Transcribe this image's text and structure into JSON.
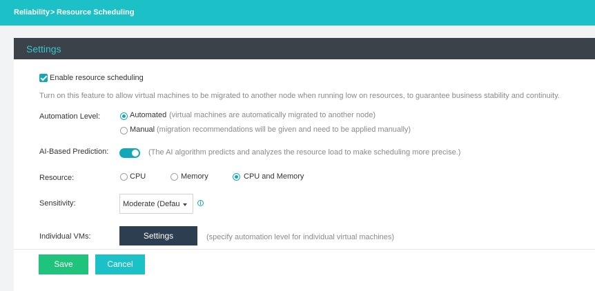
{
  "breadcrumb": {
    "root": "Reliability",
    "separator": ">",
    "current": "Resource Scheduling"
  },
  "panel": {
    "title": "Settings"
  },
  "enable": {
    "label": "Enable resource scheduling",
    "checked": true,
    "description": "Turn on this feature to allow virtual machines to be migrated to another node when running low on resources, to guarantee business stability and continuity."
  },
  "automation": {
    "label": "Automation Level:",
    "options": [
      {
        "label": "Automated",
        "hint": "(virtual machines are automatically migrated to another node)",
        "selected": true
      },
      {
        "label": "Manual",
        "hint": "(migration recommendations will be given and need to be applied manually)",
        "selected": false
      }
    ]
  },
  "ai": {
    "label": "AI-Based Prediction:",
    "enabled": true,
    "hint": "(The AI algorithm predicts and analyzes the resource load to make scheduling more precise.)"
  },
  "resource": {
    "label": "Resource:",
    "options": [
      {
        "label": "CPU",
        "selected": false
      },
      {
        "label": "Memory",
        "selected": false
      },
      {
        "label": "CPU and Memory",
        "selected": true
      }
    ]
  },
  "sensitivity": {
    "label": "Sensitivity:",
    "value": "Moderate (Defau",
    "icon": "info-icon"
  },
  "individual": {
    "label": "Individual VMs:",
    "button": "Settings",
    "hint": "(specify automation level for individual virtual machines)"
  },
  "actions": {
    "save": "Save",
    "cancel": "Cancel"
  },
  "colors": {
    "accent": "#1cc0c7",
    "save": "#1fc37c",
    "dark_button": "#2c3e50",
    "header": "#3b4249"
  }
}
